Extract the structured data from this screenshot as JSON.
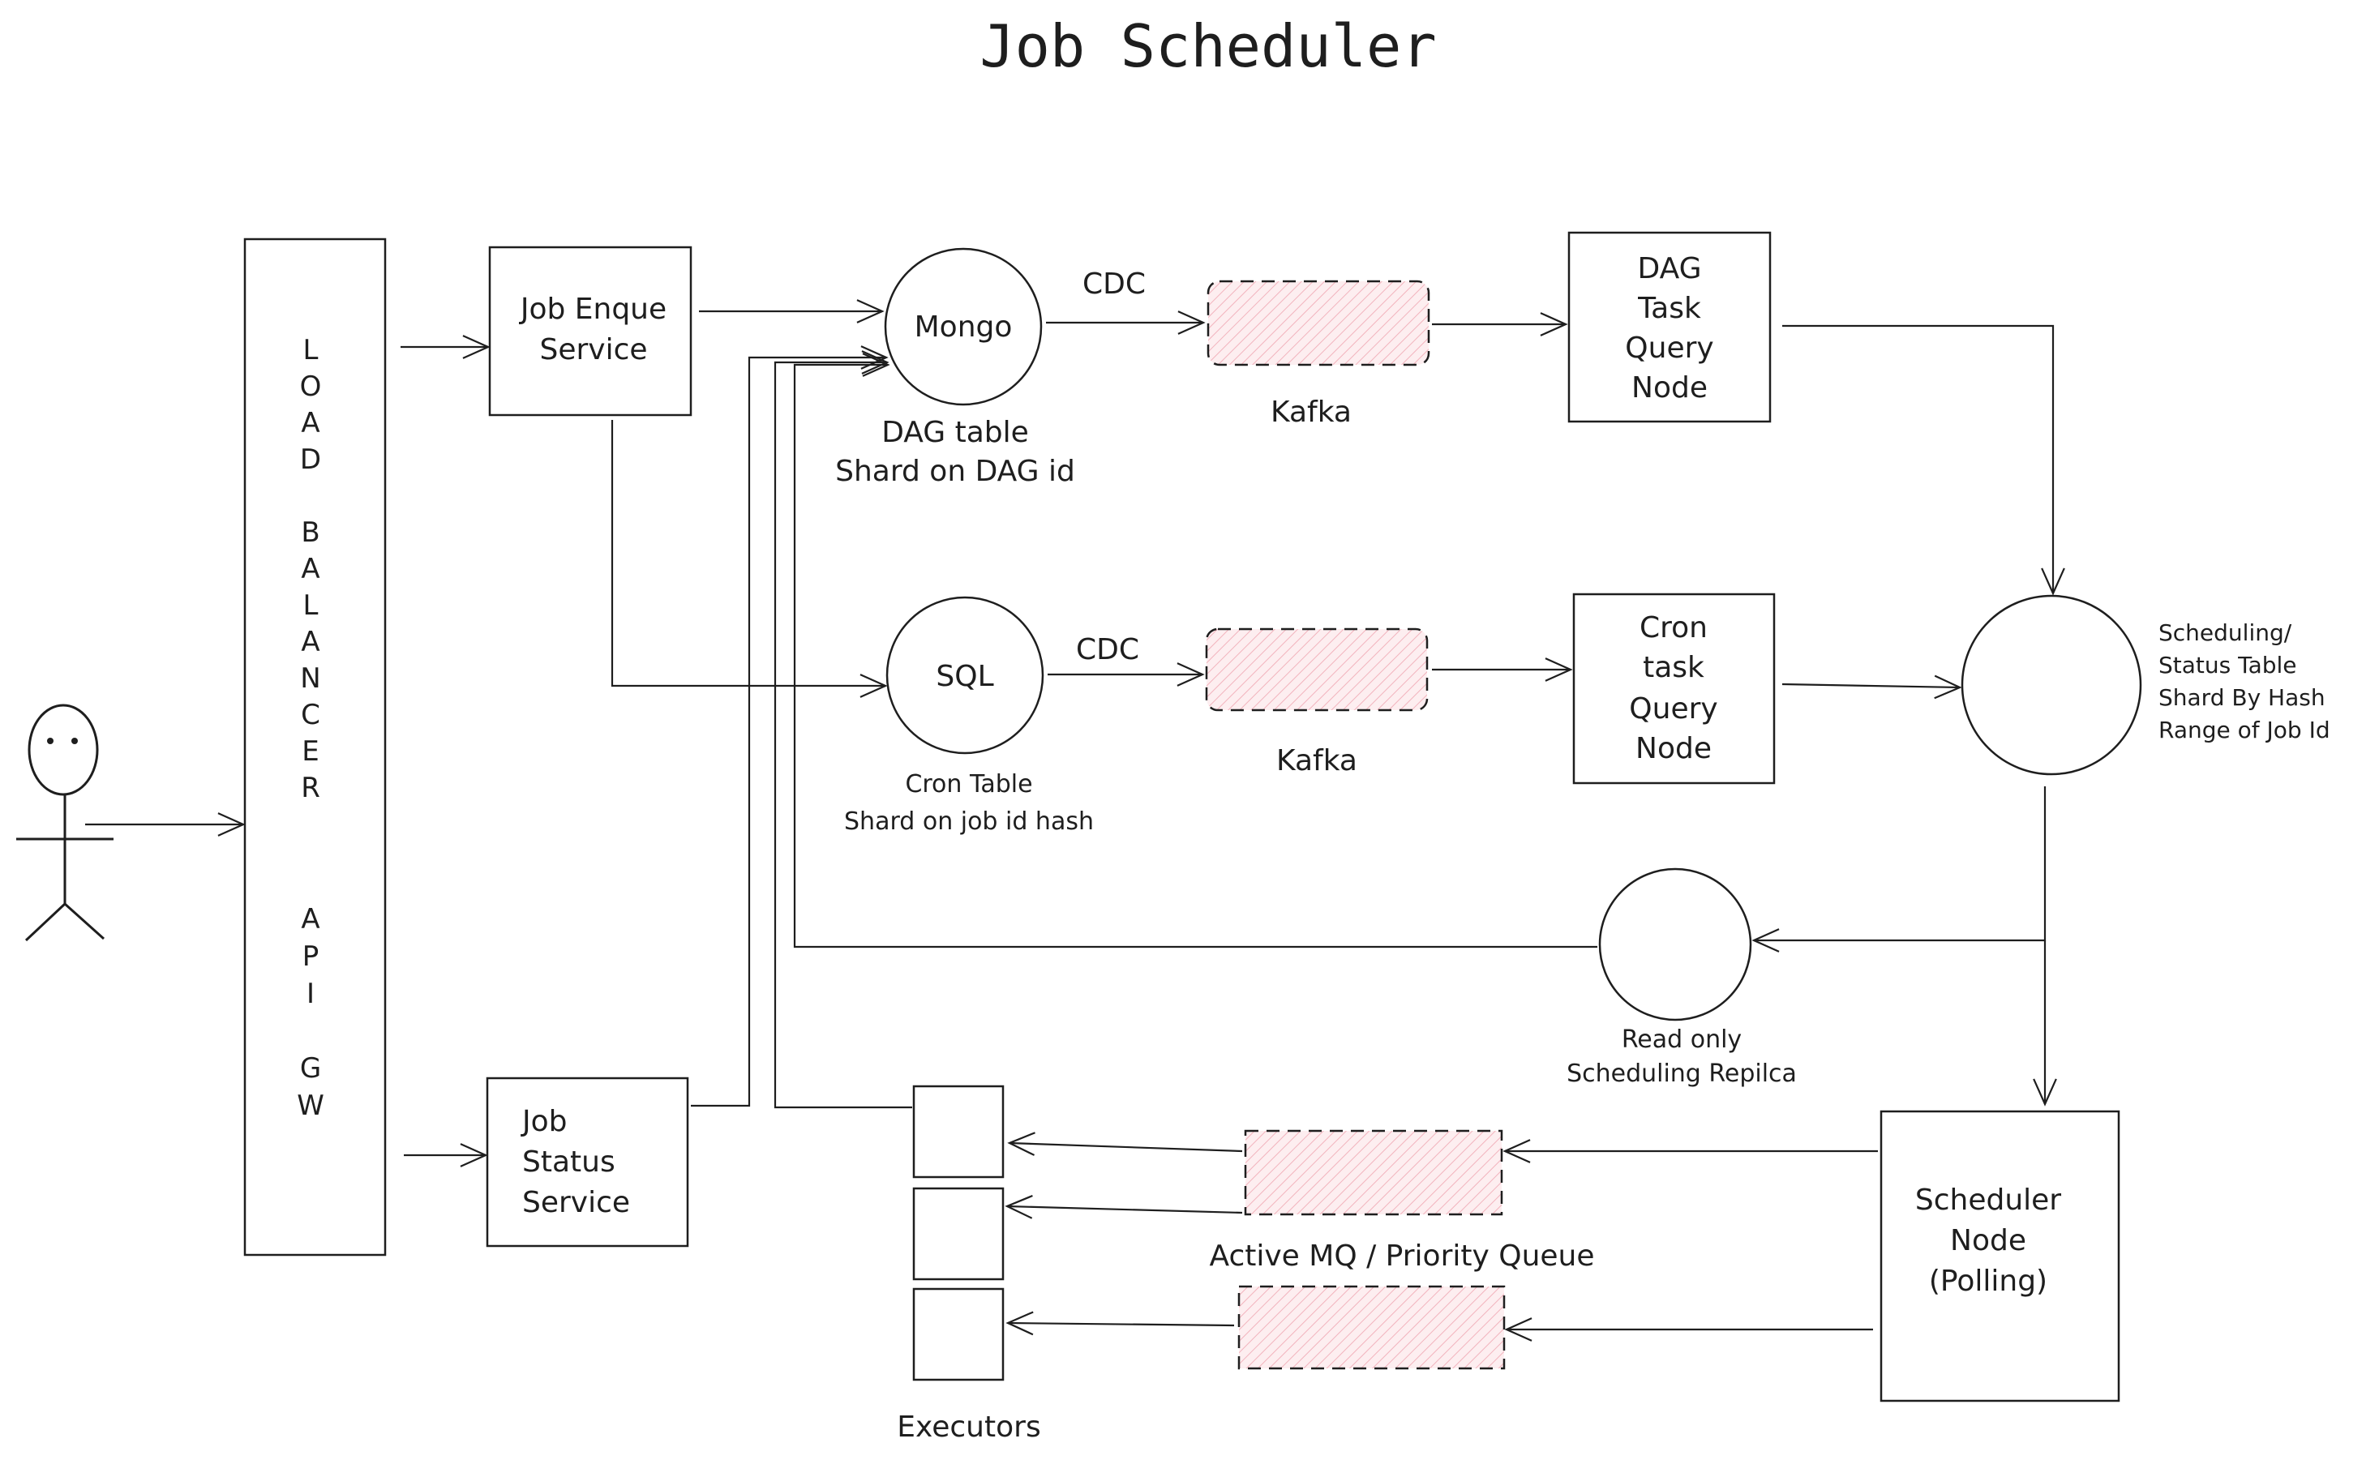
{
  "title": "Job Scheduler",
  "colors": {
    "stroke": "#1e1e1e",
    "queue_fill": "#fde3e7",
    "background": "#ffffff"
  },
  "nodes": {
    "load_balancer": {
      "letters_top": [
        "L",
        "O",
        "A",
        "D",
        "",
        "B",
        "A",
        "L",
        "A",
        "N",
        "C",
        "E",
        "R"
      ],
      "letters_bottom": [
        "A",
        "P",
        "I",
        "",
        "G",
        "W"
      ]
    },
    "job_enque_service": [
      "Job Enque",
      "Service"
    ],
    "job_status_service": [
      "Job",
      "Status",
      "Service"
    ],
    "mongo": {
      "label": "Mongo",
      "caption": [
        "DAG table",
        "Shard on DAG id"
      ]
    },
    "sql": {
      "label": "SQL",
      "caption": [
        "Cron Table",
        "Shard on job id hash"
      ]
    },
    "cdc_top": "CDC",
    "cdc_mid": "CDC",
    "kafka_top": "Kafka",
    "kafka_mid": "Kafka",
    "dag_task_query_node": [
      "DAG",
      "Task",
      "Query",
      "Node"
    ],
    "cron_task_query_node": [
      "Cron",
      "task",
      "Query",
      "Node"
    ],
    "scheduling_table": {
      "caption": [
        "Scheduling/",
        "Status Table",
        "Shard By Hash",
        "Range of Job Id"
      ]
    },
    "read_only_replica": {
      "caption": [
        "Read only",
        "Scheduling Repilca"
      ]
    },
    "scheduler_node": [
      "Scheduler",
      "Node",
      "(Polling)"
    ],
    "priority_queue_label": "Active MQ / Priority Queue",
    "executors_label": "Executors"
  },
  "icons": [
    "user-stick-figure-icon"
  ]
}
